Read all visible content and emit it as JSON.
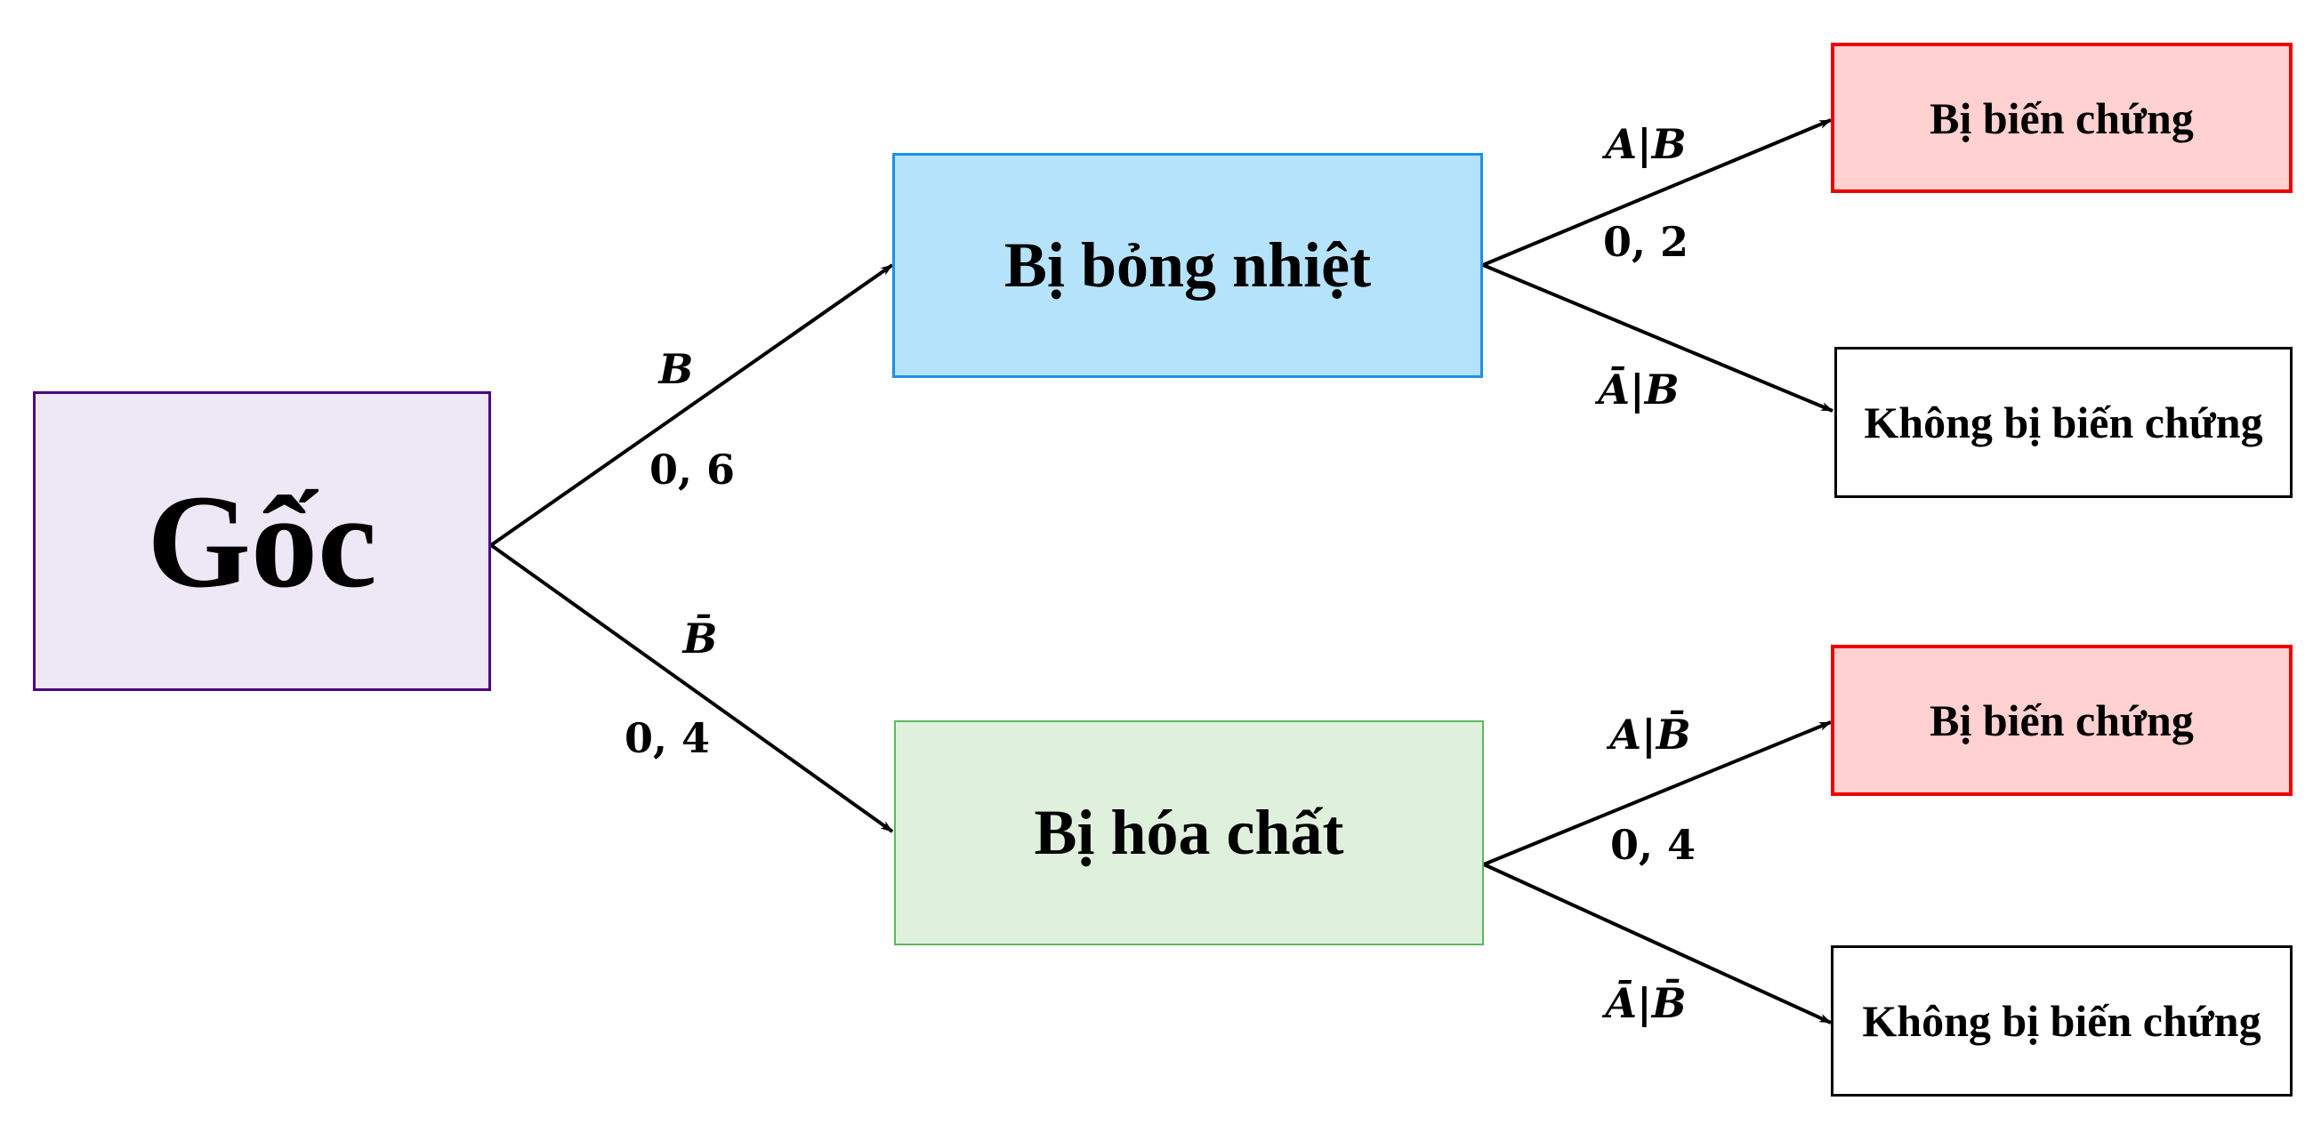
{
  "nodes": {
    "root": "Gốc",
    "burn": "Bị bỏng nhiệt",
    "chemical": "Bị hóa chất",
    "burn_complication": "Bị biến chứng",
    "burn_no_complication": "Không bị biến chứng",
    "chem_complication": "Bị biến chứng",
    "chem_no_complication": "Không bị biến chứng"
  },
  "edges": {
    "root_burn": {
      "event": "B",
      "prob": "0, 6"
    },
    "root_chem": {
      "event": "B̄",
      "prob": "0, 4"
    },
    "burn_comp": {
      "event": "A|B",
      "prob": "0, 2"
    },
    "burn_nocomp": {
      "event": "Ā|B"
    },
    "chem_comp": {
      "event": "A|B̄",
      "prob": "0, 4"
    },
    "chem_nocomp": {
      "event": "Ā|B̄"
    }
  },
  "colors": {
    "root_fill": "#ede7f6",
    "root_border": "#4b0082",
    "burn_fill": "#b6e3fc",
    "burn_border": "#1e90e6",
    "chem_fill": "#dff1dd",
    "chem_border": "#5cb85c",
    "comp_fill": "#ffd1d1",
    "comp_border": "#ee0000"
  }
}
